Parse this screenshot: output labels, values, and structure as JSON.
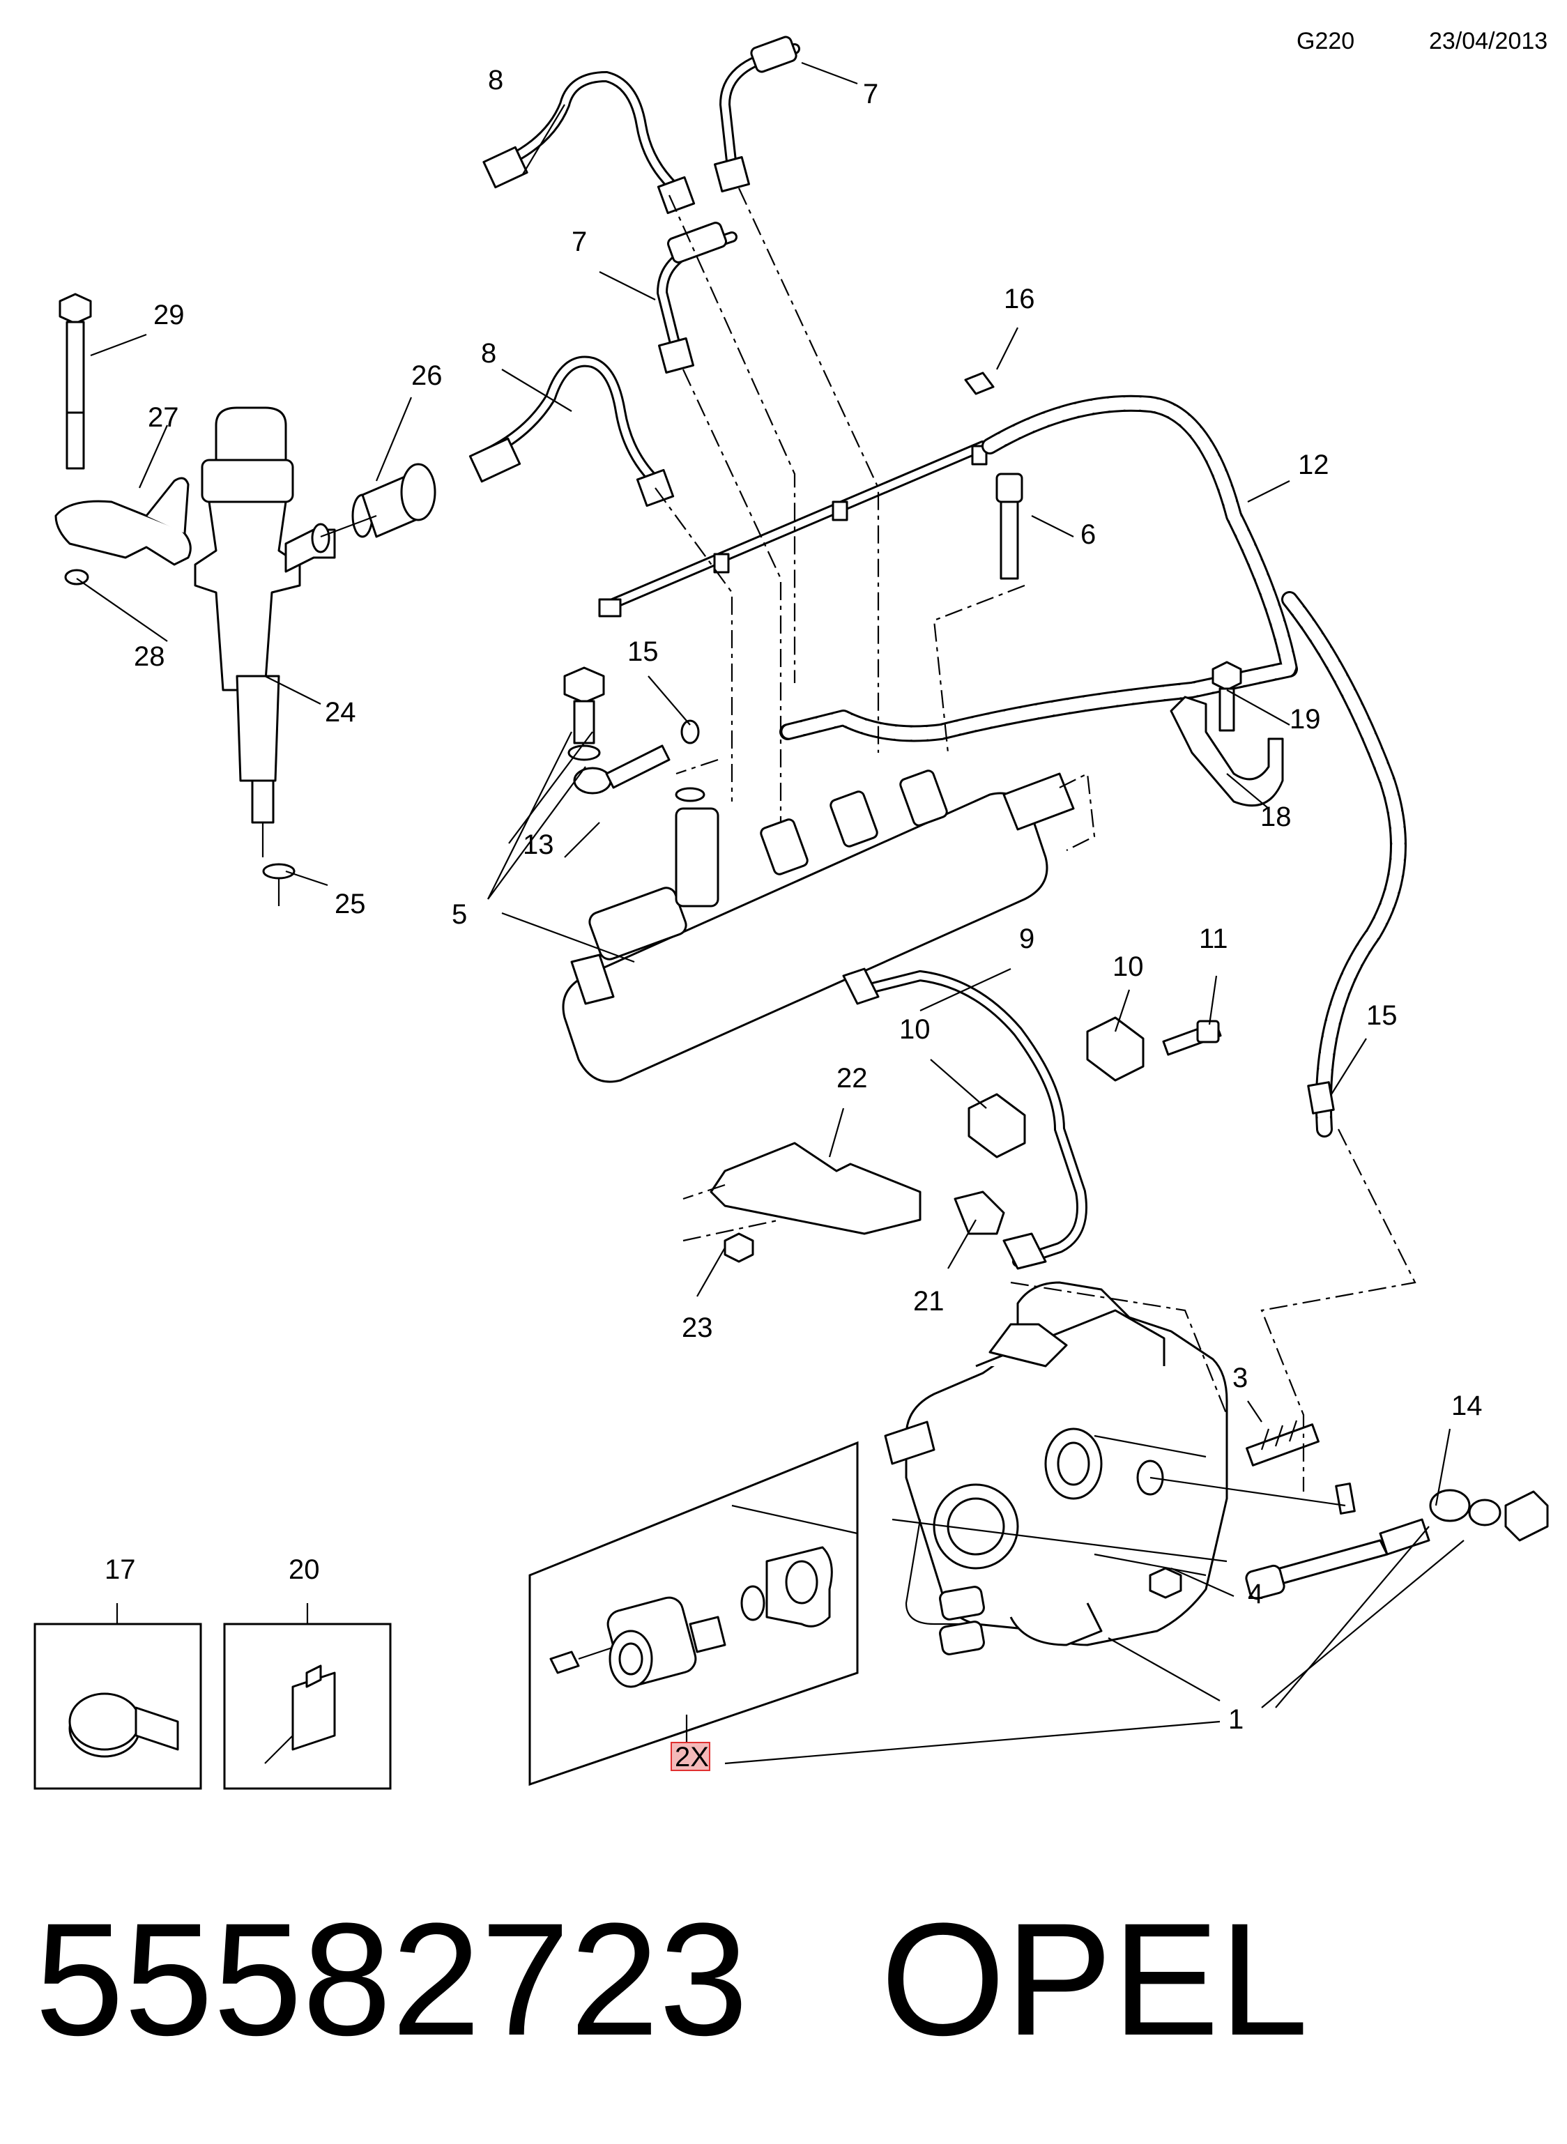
{
  "header": {
    "code": "G220",
    "date": "23/04/2013"
  },
  "callouts": [
    "1",
    "2X",
    "3",
    "4",
    "5",
    "6",
    "7",
    "7",
    "8",
    "8",
    "9",
    "10",
    "10",
    "11",
    "12",
    "13",
    "14",
    "15",
    "15",
    "16",
    "17",
    "18",
    "19",
    "20",
    "21",
    "22",
    "23",
    "24",
    "25",
    "26",
    "27",
    "28",
    "29"
  ],
  "kit_note": "2X",
  "footer": {
    "part_number": "55582723",
    "brand": "OPEL"
  },
  "colors": {
    "kit_note_fill": "#f4b9b9",
    "kit_note_stroke": "#e03030"
  }
}
